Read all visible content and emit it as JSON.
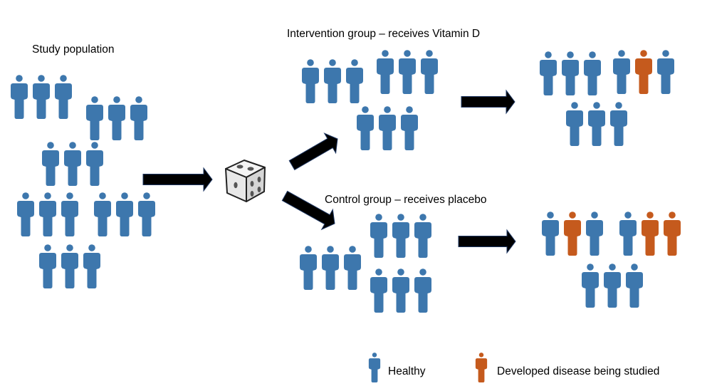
{
  "title": "Randomized controlled trial diagram",
  "colors": {
    "healthy": "#3d77ad",
    "diseased": "#c55a1d",
    "arrow": "#000000",
    "arrow_outline": "#1f3864"
  },
  "labels": {
    "study_population": "Study population",
    "intervention_group": "Intervention group – receives Vitamin D",
    "control_group": "Control group – receives placebo"
  },
  "icons": {
    "randomization": "dice-icon",
    "person": "person-icon",
    "arrow": "arrow-right-icon"
  },
  "groups": {
    "study_population": {
      "label": "Study population",
      "clusters": [
        [
          "healthy",
          "healthy",
          "healthy"
        ],
        [
          "healthy",
          "healthy",
          "healthy"
        ],
        [
          "healthy",
          "healthy",
          "healthy"
        ],
        [
          "healthy",
          "healthy",
          "healthy"
        ],
        [
          "healthy",
          "healthy",
          "healthy"
        ],
        [
          "healthy",
          "healthy",
          "healthy"
        ]
      ]
    },
    "intervention": {
      "label": "Intervention group – receives Vitamin D",
      "clusters": [
        [
          "healthy",
          "healthy",
          "healthy"
        ],
        [
          "healthy",
          "healthy",
          "healthy"
        ],
        [
          "healthy",
          "healthy",
          "healthy"
        ]
      ]
    },
    "intervention_outcome": {
      "clusters": [
        [
          "healthy",
          "healthy",
          "healthy"
        ],
        [
          "healthy",
          "diseased",
          "healthy"
        ],
        [
          "healthy",
          "healthy",
          "healthy"
        ]
      ],
      "diseased_count": 1,
      "total": 9
    },
    "control": {
      "label": "Control group – receives placebo",
      "clusters": [
        [
          "healthy",
          "healthy",
          "healthy"
        ],
        [
          "healthy",
          "healthy",
          "healthy"
        ],
        [
          "healthy",
          "healthy",
          "healthy"
        ]
      ]
    },
    "control_outcome": {
      "clusters": [
        [
          "healthy",
          "diseased",
          "healthy"
        ],
        [
          "healthy",
          "diseased",
          "diseased"
        ],
        [
          "healthy",
          "healthy",
          "healthy"
        ]
      ],
      "diseased_count": 3,
      "total": 9
    }
  },
  "legend": {
    "items": [
      {
        "status": "healthy",
        "label": "Healthy"
      },
      {
        "status": "diseased",
        "label": "Developed disease being studied"
      }
    ]
  }
}
